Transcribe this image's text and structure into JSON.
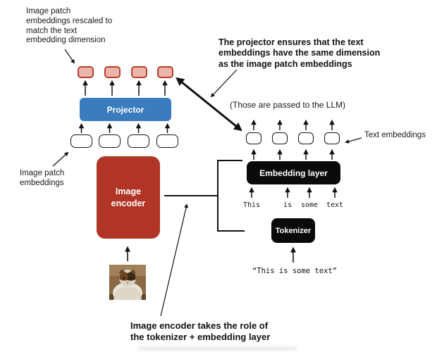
{
  "colors": {
    "patch_embedding_fill": "#edb4aa",
    "patch_embedding_border": "#b5402f",
    "projector_blue": "#3b7cbe",
    "image_encoder_red": "#b13527",
    "nlp_box_black": "#0a0a0a"
  },
  "labels": {
    "rescaled_note": "Image patch\nembeddings rescaled to\nmatch the text\nembedding dimension",
    "projector_note": "The projector ensures that the text\nembeddings have the same dimension\nas the image patch embeddings",
    "llm_note": "(Those are passed to the LLM)",
    "text_embeddings": "Text embeddings",
    "image_patch_embeddings": "Image patch\nembeddings",
    "bottom_note": "Image encoder takes the role of\nthe tokenizer + embedding layer"
  },
  "boxes": {
    "projector": "Projector",
    "image_encoder": "Image\nencoder",
    "embedding_layer": "Embedding layer",
    "tokenizer": "Tokenizer"
  },
  "tokens": [
    "This",
    "is",
    "some",
    "text"
  ],
  "input_text": "“This is some text”"
}
